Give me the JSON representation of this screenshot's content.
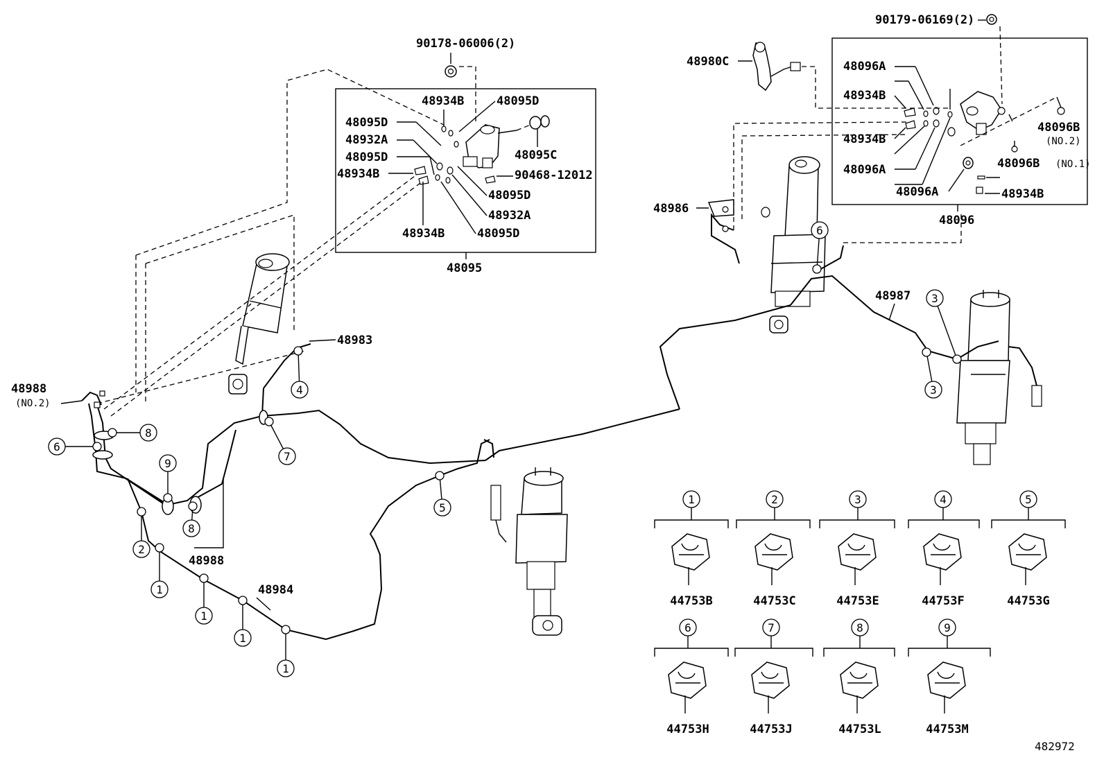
{
  "diagram_id": "482972",
  "part_labels": {
    "bolt_left": "90178-06006(2)",
    "bolt_right": "90179-06169(2)",
    "valve_left_assy": "48095",
    "valve_left_c": "48095C",
    "valve_left_d": "48095D",
    "valve_left_a": "48932A",
    "valve_left_b": "48934B",
    "bolt_left_small": "90468-12012",
    "valve_right_assy": "48096",
    "valve_right_a": "48096A",
    "valve_right_b": "48096B",
    "no1": "(NO.1)",
    "no2": "(NO.2)",
    "sensor": "48980C",
    "pipe_48986": "48986",
    "pipe_48987": "48987",
    "pipe_48983": "48983",
    "pipe_48984": "48984",
    "pipe_48988": "48988"
  },
  "clamps": [
    {
      "num": "1",
      "part": "44753B"
    },
    {
      "num": "2",
      "part": "44753C"
    },
    {
      "num": "3",
      "part": "44753E"
    },
    {
      "num": "4",
      "part": "44753F"
    },
    {
      "num": "5",
      "part": "44753G"
    },
    {
      "num": "6",
      "part": "44753H"
    },
    {
      "num": "7",
      "part": "44753J"
    },
    {
      "num": "8",
      "part": "44753L"
    },
    {
      "num": "9",
      "part": "44753M"
    }
  ]
}
